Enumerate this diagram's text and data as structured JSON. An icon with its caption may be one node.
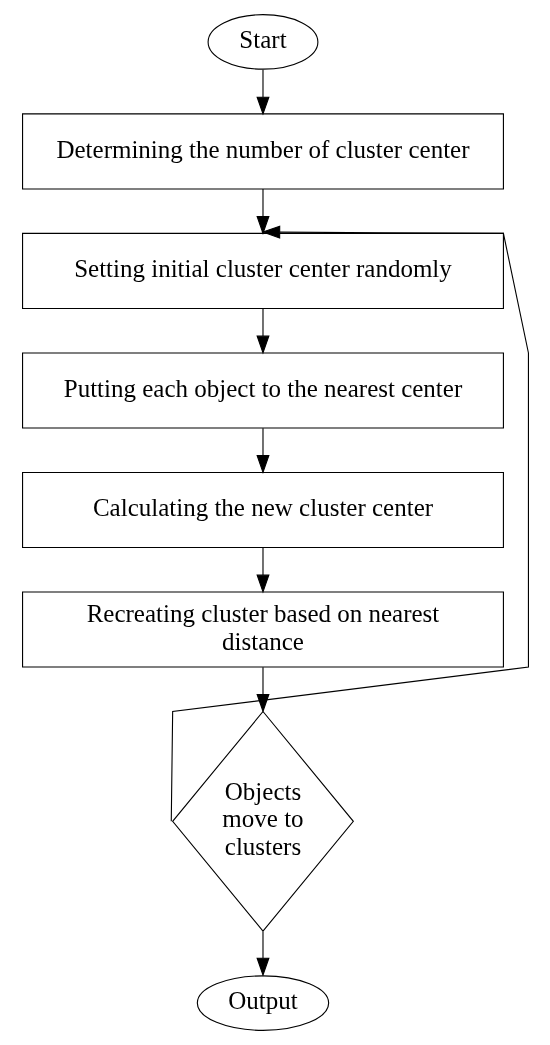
{
  "diagram": {
    "nodes": [
      {
        "text": [
          "Start"
        ]
      },
      {
        "text": [
          "Determining the number of cluster center"
        ]
      },
      {
        "text": [
          "Setting initial cluster center randomly"
        ]
      },
      {
        "text": [
          "Putting each object to the nearest center"
        ]
      },
      {
        "text": [
          "Calculating the new cluster center"
        ]
      },
      {
        "text": [
          "Recreating cluster based on nearest distance"
        ]
      },
      {
        "text": [
          "Objects move to clusters"
        ]
      },
      {
        "text": [
          "Output"
        ]
      }
    ],
    "edges": [
      {
        "from": 0,
        "to": 1,
        "arrow": "to"
      },
      {
        "from": 1,
        "to": 2,
        "arrow": "to"
      },
      {
        "from": 2,
        "to": 3,
        "arrow": "to"
      },
      {
        "from": 3,
        "to": 4,
        "arrow": "to"
      },
      {
        "from": 4,
        "to": 5,
        "arrow": "to"
      },
      {
        "from": 5,
        "to": 6,
        "arrow": "to"
      },
      {
        "from": 6,
        "to": 2,
        "arrow": "to"
      },
      {
        "from": 6,
        "to": 7,
        "arrow": "to"
      }
    ]
  }
}
